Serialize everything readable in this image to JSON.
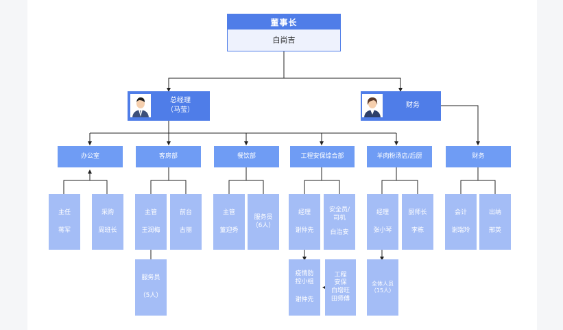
{
  "chairman": {
    "title": "董事长",
    "name": "白尚吉"
  },
  "general_manager": {
    "title": "总经理",
    "name": "（马莹）"
  },
  "finance_head": {
    "title": "财务"
  },
  "departments": [
    {
      "label": "办公室"
    },
    {
      "label": "客房部"
    },
    {
      "label": "餐饮部"
    },
    {
      "label": "工程安保综合部"
    },
    {
      "label": "羊肉粉汤店/后厨"
    },
    {
      "label": "财务"
    }
  ],
  "staff": {
    "office_director": {
      "role": "主任",
      "name": "蒋军"
    },
    "office_purchasing": {
      "role": "采购",
      "name": "周班长"
    },
    "room_supervisor": {
      "role": "主管",
      "name": "王润梅"
    },
    "room_front_desk": {
      "role": "前台",
      "name": "古丽"
    },
    "room_attendants": {
      "role": "服务员",
      "name": "（5人）"
    },
    "dining_supervisor": {
      "role": "主管",
      "name": "董迎秀"
    },
    "dining_attendants": {
      "role": "服务员",
      "name": "（6人）"
    },
    "eng_manager": {
      "role": "经理",
      "name": "谢仲先"
    },
    "eng_safety": {
      "role": "安全员/",
      "role2": "司机",
      "name": "白治安"
    },
    "eng_epidemic": {
      "role": "疫情防",
      "role2": "控小组",
      "name": "谢仲先"
    },
    "eng_security": {
      "role": "工程",
      "role2": "安保",
      "name": "白增旺",
      "name2": "田师傅"
    },
    "shop_manager": {
      "role": "经理",
      "name": "张小琴"
    },
    "shop_chef": {
      "role": "厨师长",
      "name": "李栋"
    },
    "shop_all": {
      "role": "全体人员",
      "name": "（15人）"
    },
    "fin_accountant": {
      "role": "会计",
      "name": "谢瑞玲"
    },
    "fin_cashier": {
      "role": "出纳",
      "name": "邢英"
    }
  },
  "colors": {
    "header": "#4f7de8",
    "dept": "#6f9cf4",
    "leaf": "#a4bdf6",
    "line": "#222222"
  },
  "icons": [
    "male-avatar-icon",
    "female-avatar-icon"
  ]
}
